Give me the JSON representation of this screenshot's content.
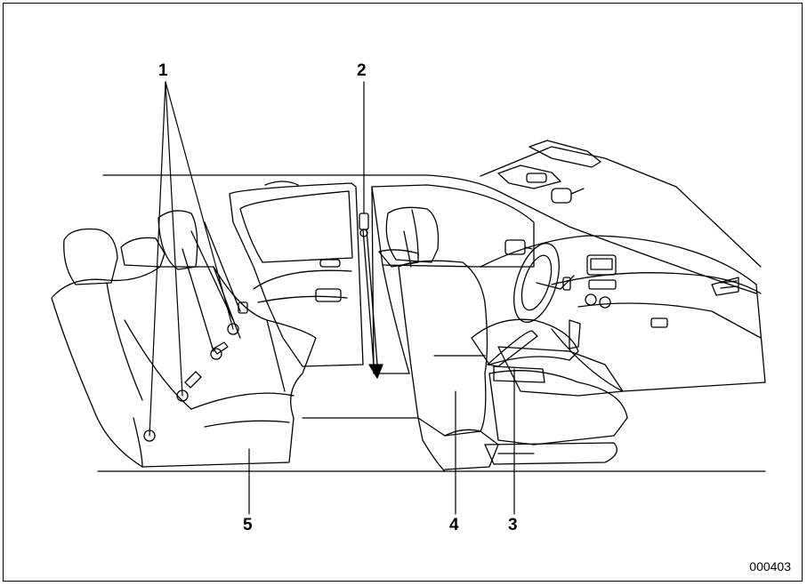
{
  "callouts": {
    "c1": "1",
    "c2": "2",
    "c3": "3",
    "c4": "4",
    "c5": "5"
  },
  "figure_code": "000403",
  "colors": {
    "line": "#000000",
    "background": "#ffffff"
  }
}
